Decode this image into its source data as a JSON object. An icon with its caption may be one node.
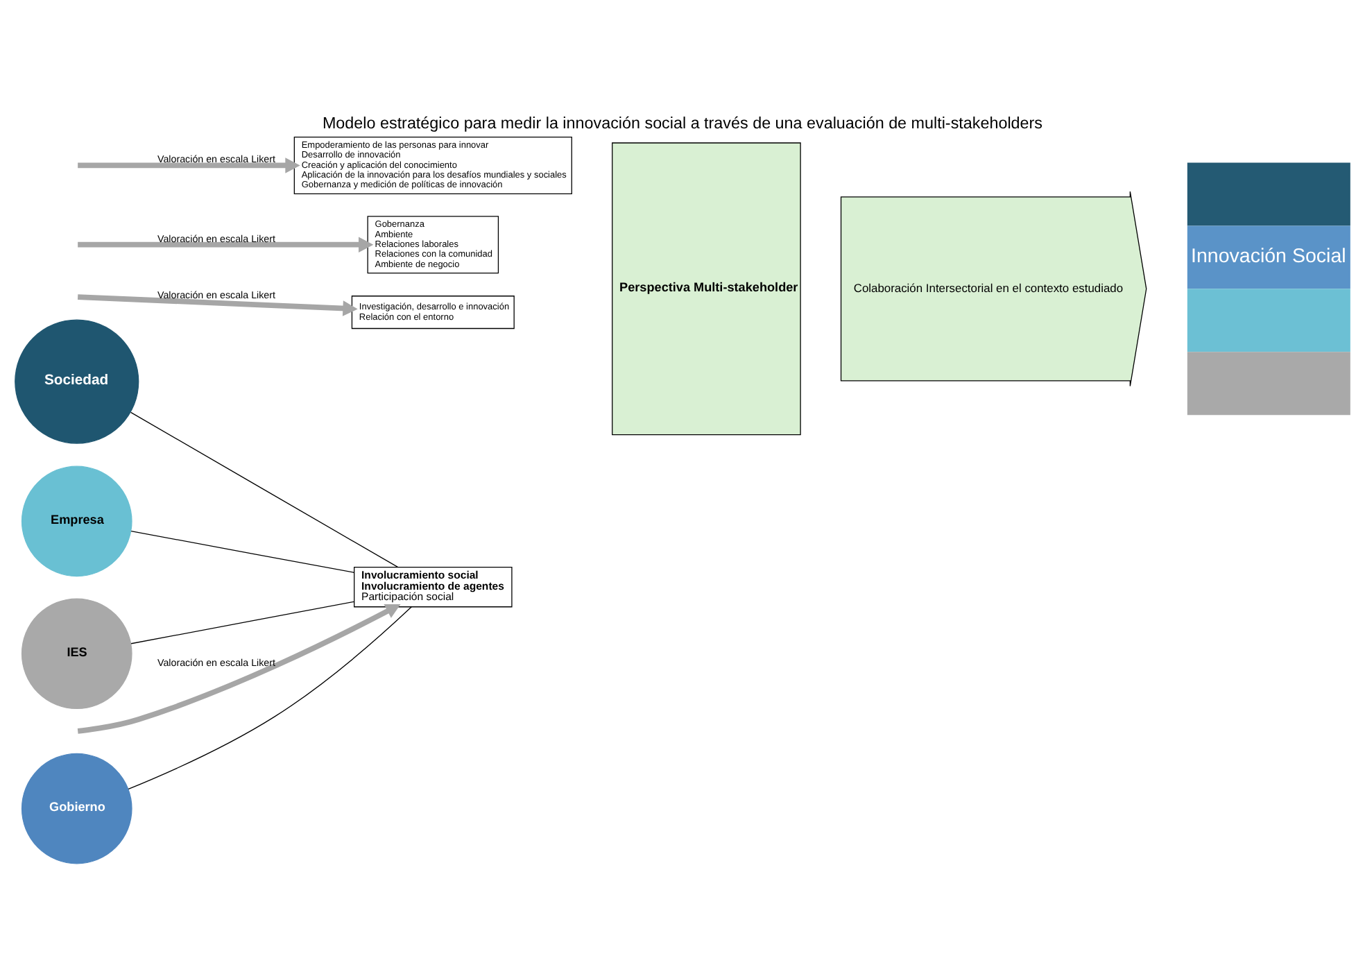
{
  "diagram": {
    "title": "Modelo estratégico para medir la innovación social a través de una evaluación de multi-stakeholders",
    "nodes": [
      {
        "text": [
          "Sociedad"
        ]
      },
      {
        "text": [
          "Gobierno"
        ]
      },
      {
        "text": [
          "Empresa"
        ]
      },
      {
        "text": [
          "IES"
        ]
      },
      {
        "text": [
          "Involucramiento social",
          "Involucramiento de agentes",
          "Participación social"
        ]
      },
      {
        "text": [
          "Empoderamiento de las personas para innovar",
          "Desarrollo de innovación",
          "Creación y aplicación del conocimiento",
          "Aplicación de la innovación para los desafíos mundiales y sociales",
          "Gobernanza y medición de políticas de innovación"
        ]
      },
      {
        "text": [
          "Gobernanza",
          "Ambiente",
          "Relaciones laborales",
          "Relaciones con la comunidad",
          "Ambiente de negocio"
        ]
      },
      {
        "text": [
          "Investigación, desarrollo e innovación",
          "Relación con el entorno"
        ]
      },
      {
        "text": [
          "Perspectiva Multi-stakeholder"
        ]
      },
      {
        "text": [
          "Colaboración Intersectorial en el contexto estudiado"
        ]
      },
      {
        "text": [
          "Innovación Social"
        ]
      }
    ],
    "edges": [
      {
        "from": 0,
        "to": 4,
        "arrow": "none"
      },
      {
        "from": 1,
        "to": 4,
        "arrow": "none"
      },
      {
        "from": 2,
        "to": 4,
        "arrow": "none"
      },
      {
        "from": 3,
        "to": 4,
        "arrow": "none"
      },
      {
        "from": null,
        "to": 4,
        "arrow": "to",
        "label": "Valoración en escala Likert",
        "style": "thick",
        "color": "#a6a6a6"
      },
      {
        "from": null,
        "to": 5,
        "arrow": "to",
        "label": "Valoración en escala Likert",
        "style": "thick",
        "color": "#a6a6a6"
      },
      {
        "from": null,
        "to": 6,
        "arrow": "to",
        "label": "Valoración en escala Likert",
        "style": "thick",
        "color": "#a6a6a6"
      },
      {
        "from": null,
        "to": 7,
        "arrow": "to",
        "label": "Valoración en escala Likert",
        "style": "thick",
        "color": "#a6a6a6"
      }
    ]
  }
}
